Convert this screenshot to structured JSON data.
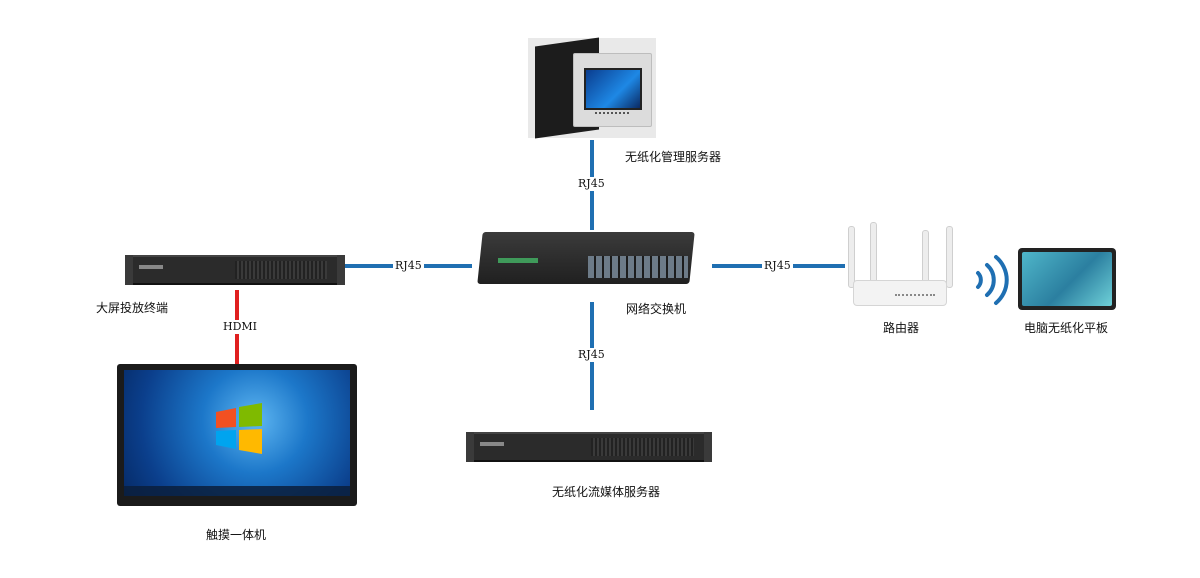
{
  "nodes": {
    "management_server": "无纸化管理服务器",
    "network_switch": "网络交换机",
    "large_screen_terminal": "大屏投放终端",
    "touch_all_in_one": "触摸一体机",
    "streaming_server": "无纸化流媒体服务器",
    "router": "路由器",
    "paperless_tablet": "电脑无纸化平板"
  },
  "connections": {
    "switch_to_management": "RJ45",
    "switch_to_terminal": "RJ45",
    "switch_to_router": "RJ45",
    "switch_to_streaming": "RJ45",
    "terminal_to_panel": "HDMI"
  },
  "colors": {
    "ethernet_line": "#1f6fb2",
    "hdmi_line": "#e02020",
    "wifi_signal": "#1f6fb2"
  },
  "icons": {
    "management_server": "server-cabinet-icon",
    "network_switch": "network-switch-icon",
    "large_screen_terminal": "rack-server-icon",
    "streaming_server": "rack-server-icon",
    "router": "wifi-router-icon",
    "wifi": "wifi-signal-icon",
    "paperless_tablet": "tablet-icon",
    "touch_all_in_one": "touch-display-icon"
  }
}
